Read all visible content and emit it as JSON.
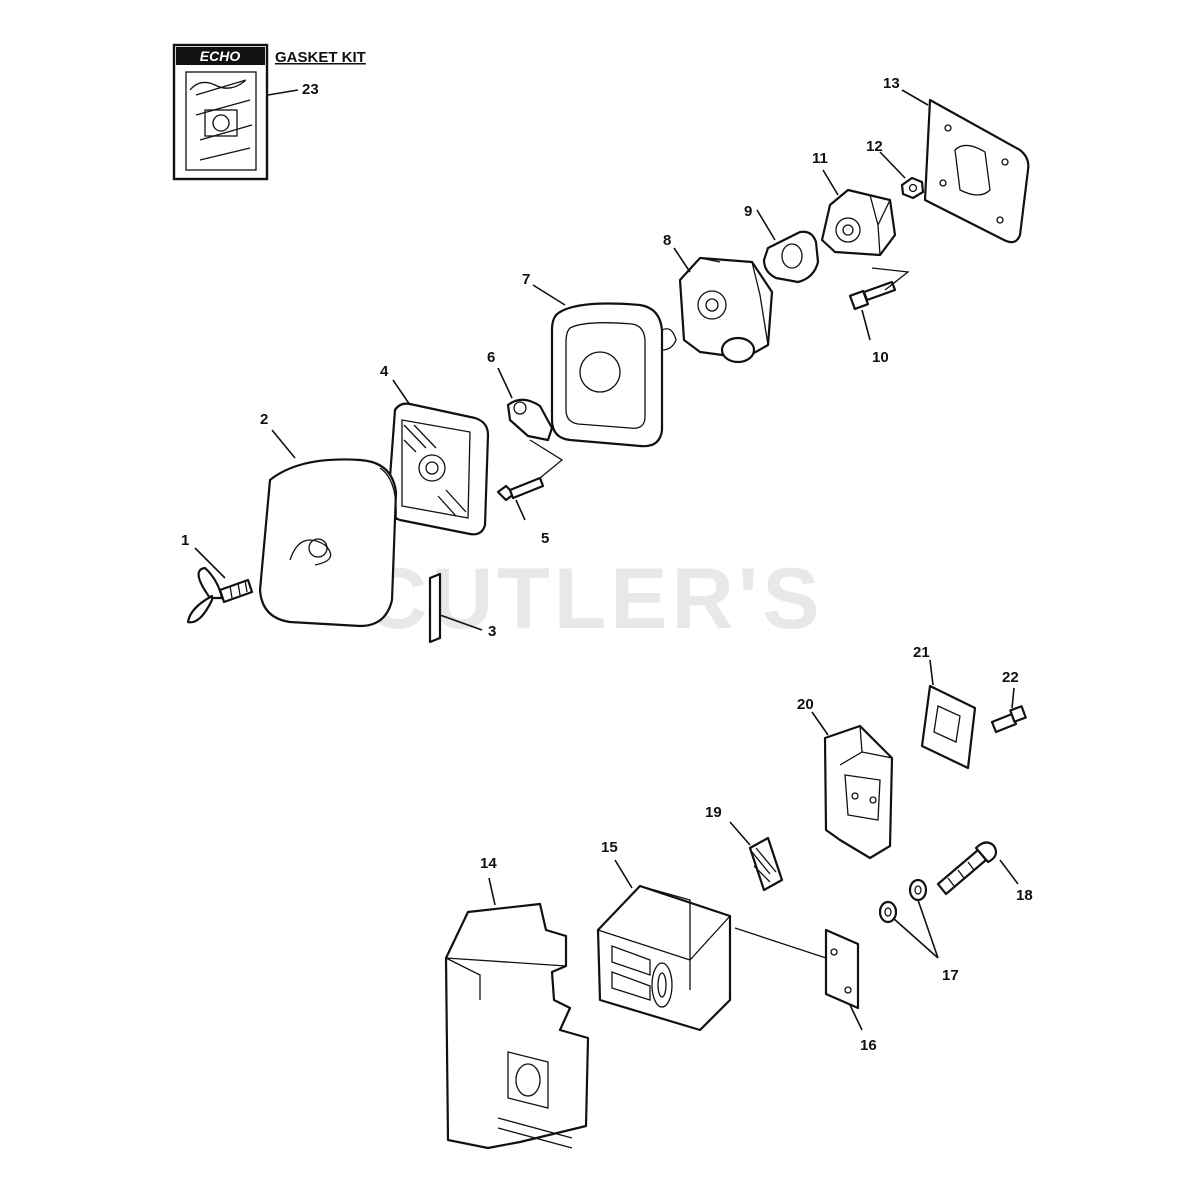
{
  "brand_logo": "ECHO",
  "kit_title": "GASKET KIT",
  "watermark": "CUTLER'S",
  "callouts": [
    "1",
    "2",
    "3",
    "4",
    "5",
    "6",
    "7",
    "8",
    "9",
    "10",
    "11",
    "12",
    "13",
    "14",
    "15",
    "16",
    "17",
    "18",
    "19",
    "20",
    "21",
    "22",
    "23"
  ]
}
